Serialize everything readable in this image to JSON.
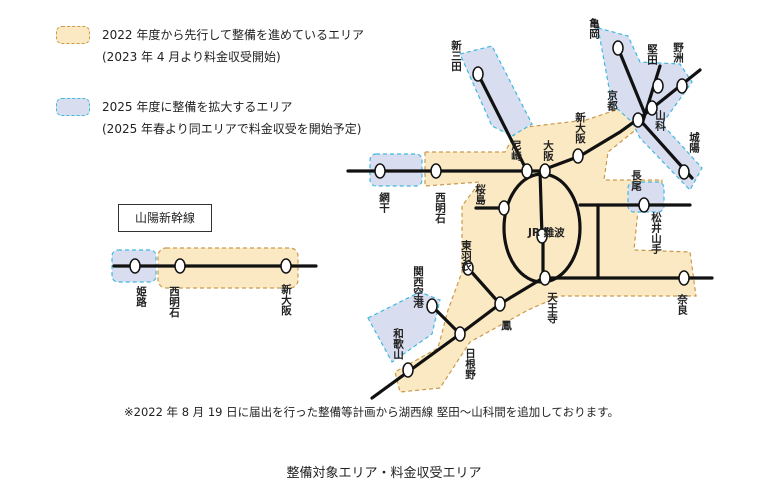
{
  "colors": {
    "area_2022_fill": "#fbe9c4",
    "area_2022_border": "#c99a4c",
    "area_2025_fill": "#d8deef",
    "area_2025_border": "#41b8e0",
    "line": "#111111"
  },
  "legend": [
    {
      "id": "2022",
      "line1": "2022 年度から先行して整備を進めているエリア",
      "line2": "(2023 年 4 月より料金収受開始)"
    },
    {
      "id": "2025",
      "line1": "2025 年度に整備を拡大するエリア",
      "line2": "(2025 年春より同エリアで料金収受を開始予定)"
    }
  ],
  "sanyo_label": "山陽新幹線",
  "stations": {
    "himeji": "姫路",
    "nishiakashi_s": "西明石",
    "shinosaka_s": "新大阪",
    "kakogawa": "網干",
    "nishiakashi": "西明石",
    "shinsanda": "新三田",
    "amagasaki": "尼崎",
    "osaka": "大阪",
    "shinosaka": "新大阪",
    "kyoto": "京都",
    "kameoka": "亀岡",
    "katata": "堅田",
    "yasu": "野洲",
    "yamashina": "山科",
    "joyo": "城陽",
    "nagao": "長尾",
    "matsuiyamate": "松井山手",
    "sakurajima": "桜島",
    "jrnamba": "JR 難波",
    "higashihagoromo": "東羽衣",
    "kansaiairport": "関西空港",
    "otori": "鳳",
    "tennoji": "天王寺",
    "nara": "奈良",
    "wakayama": "和歌山",
    "hineno": "日根野"
  },
  "footnote": "※2022 年 8 月 19 日に届出を行った整備等計画から湖西線 堅田～山科間を追加しております。",
  "caption": "整備対象エリア・料金収受エリア"
}
